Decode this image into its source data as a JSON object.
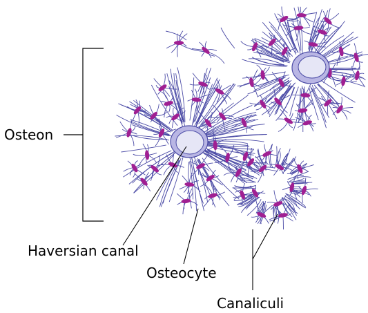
{
  "labels": {
    "osteon": "Osteon",
    "haversian_canal": "Haversian canal",
    "osteocyte": "Osteocyte",
    "canaliculi": "Canaliculi"
  },
  "colors": {
    "canaliculi_line": "#4b4ba6",
    "osteocyte_fill": "#a01f92",
    "canal_ring": "#b9b6e4",
    "canal_inner": "#e6e6f6",
    "leader_line": "#000000",
    "background": "#ffffff"
  }
}
